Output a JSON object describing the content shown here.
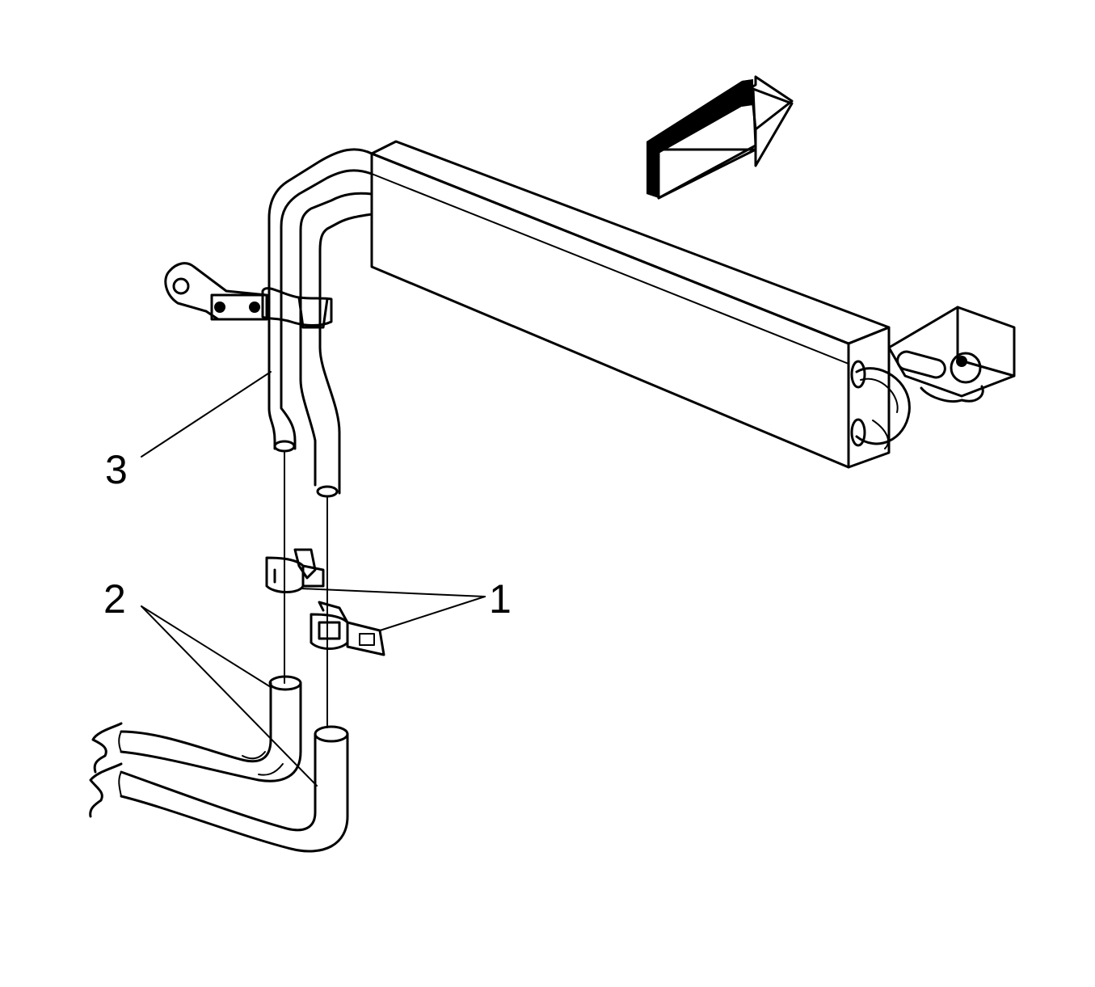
{
  "diagram": {
    "callouts": [
      {
        "id": "callout-1",
        "label": "1"
      },
      {
        "id": "callout-2",
        "label": "2"
      },
      {
        "id": "callout-3",
        "label": "3"
      }
    ],
    "colors": {
      "line": "#000000",
      "background": "#ffffff",
      "arrow_shade": "#000000"
    }
  }
}
